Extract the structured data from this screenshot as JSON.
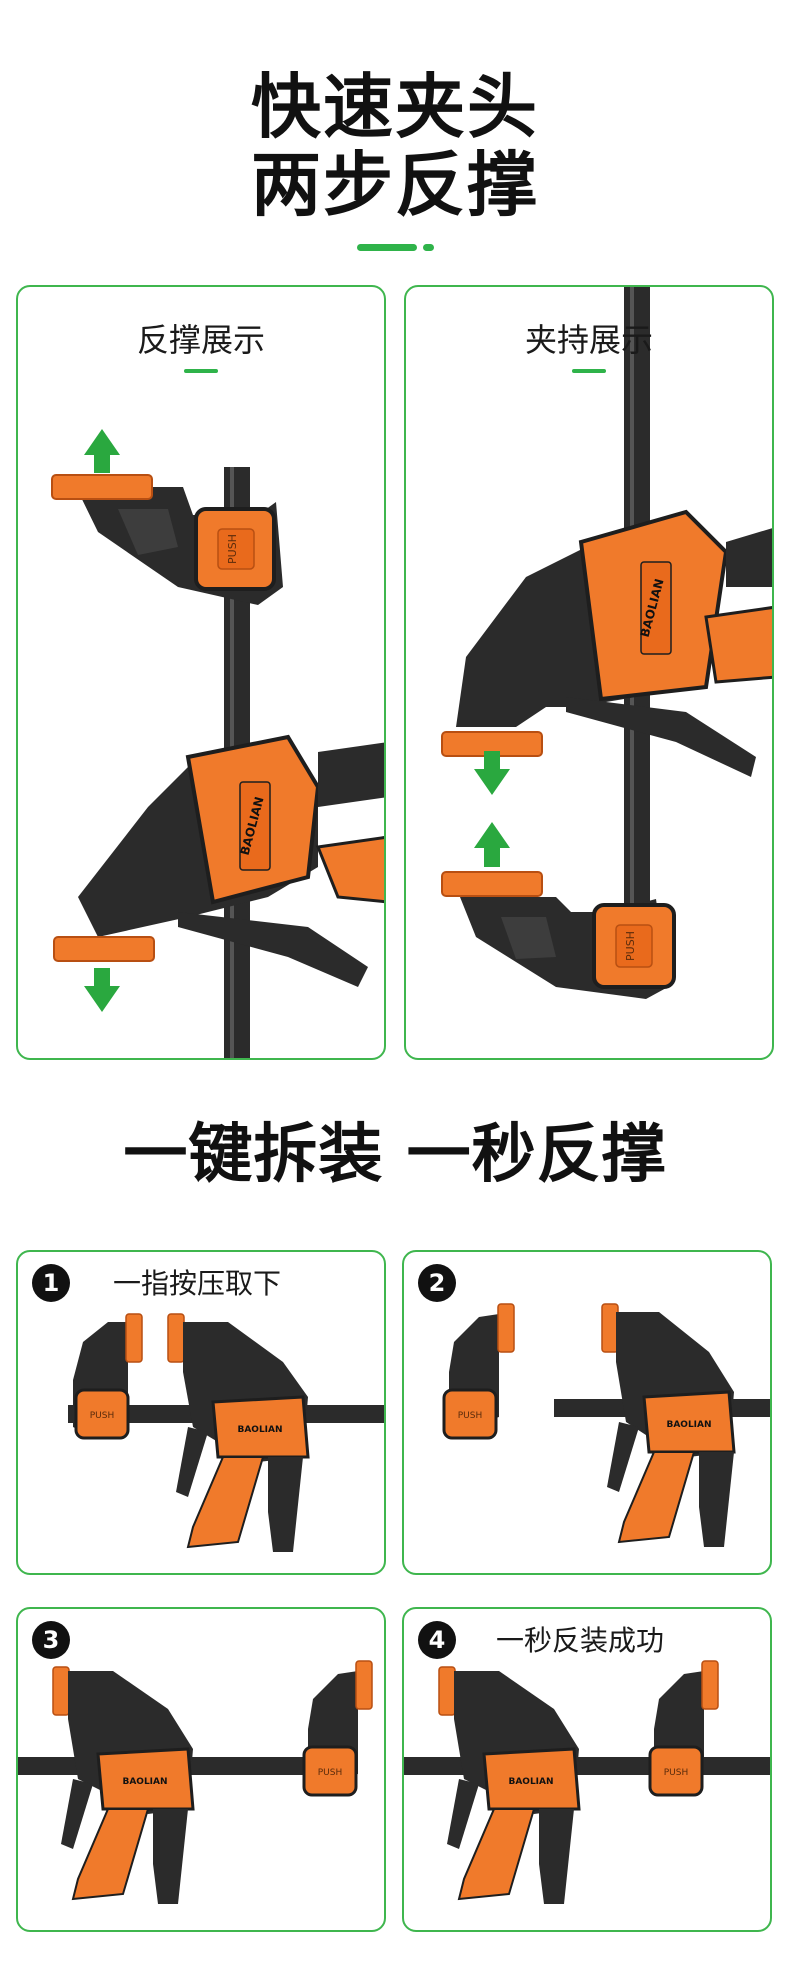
{
  "hero": {
    "line1": "快速夹头",
    "line2": "两步反撑"
  },
  "demo_panels": [
    {
      "title": "反撑展示",
      "brand": "BAOLIAN",
      "push": "PUSH"
    },
    {
      "title": "夹持展示",
      "brand": "BAOLIAN",
      "push": "PUSH"
    }
  ],
  "section2": {
    "title": "一键拆装 一秒反撑"
  },
  "steps": [
    {
      "num": "1",
      "label": "一指按压取下",
      "brand": "BAOLIAN",
      "push": "PUSH"
    },
    {
      "num": "2",
      "label": "",
      "brand": "BAOLIAN",
      "push": "PUSH"
    },
    {
      "num": "3",
      "label": "",
      "brand": "BAOLIAN",
      "push": "PUSH"
    },
    {
      "num": "4",
      "label": "一秒反装成功",
      "brand": "BAOLIAN",
      "push": "PUSH"
    }
  ],
  "colors": {
    "accent_green": "#2fb34a",
    "clamp_orange": "#f07a2b",
    "clamp_dark": "#2b2b2b"
  }
}
